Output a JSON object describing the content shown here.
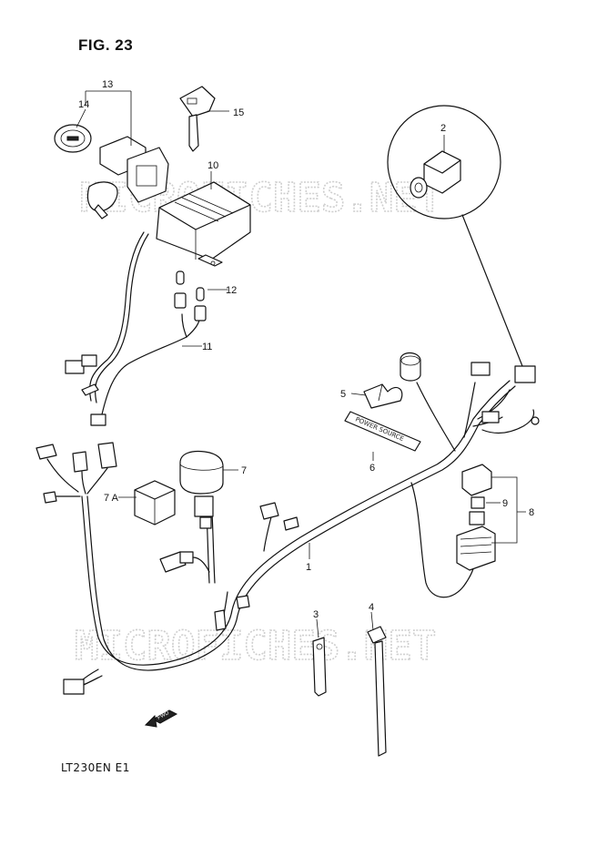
{
  "figure": {
    "title": "FIG. 23",
    "model_code": "LT230EN E1"
  },
  "watermark": {
    "text": "MICROFICHES.NET"
  },
  "callouts": [
    {
      "id": "1",
      "label": "1"
    },
    {
      "id": "2",
      "label": "2"
    },
    {
      "id": "3",
      "label": "3"
    },
    {
      "id": "4",
      "label": "4"
    },
    {
      "id": "5",
      "label": "5"
    },
    {
      "id": "6",
      "label": "6"
    },
    {
      "id": "7",
      "label": "7"
    },
    {
      "id": "7A",
      "label": "7 A"
    },
    {
      "id": "8",
      "label": "8"
    },
    {
      "id": "9",
      "label": "9"
    },
    {
      "id": "10",
      "label": "10"
    },
    {
      "id": "11",
      "label": "11"
    },
    {
      "id": "12",
      "label": "12"
    },
    {
      "id": "13",
      "label": "13"
    },
    {
      "id": "14",
      "label": "14"
    },
    {
      "id": "15",
      "label": "15"
    }
  ],
  "part_markings": {
    "power_source_label": "POWER SOURCE",
    "fwd_arrow": "FWD"
  }
}
